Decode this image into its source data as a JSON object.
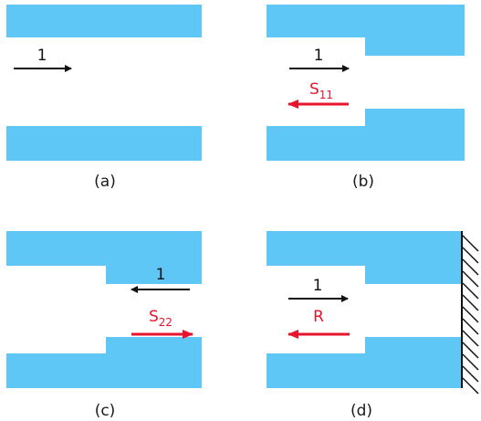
{
  "colors": {
    "wall": "#5fc7f5",
    "incident": "#111111",
    "reflected": "#e8142b",
    "hatch": "#111111"
  },
  "panels": [
    {
      "caption": "(a)",
      "incident_label": "1",
      "incident_direction": "right",
      "step": "none"
    },
    {
      "caption": "(b)",
      "incident_label": "1",
      "incident_direction": "right",
      "reflected_symbol": "S",
      "reflected_subscript": "11",
      "reflected_direction": "left",
      "step": "narrowing"
    },
    {
      "caption": "(c)",
      "incident_label": "1",
      "incident_direction": "left",
      "reflected_symbol": "S",
      "reflected_subscript": "22",
      "reflected_direction": "right",
      "step": "widening"
    },
    {
      "caption": "(d)",
      "incident_label": "1",
      "incident_direction": "right",
      "reflected_symbol": "R",
      "reflected_subscript": "",
      "reflected_direction": "left",
      "step": "narrowing-short-circuit"
    }
  ]
}
